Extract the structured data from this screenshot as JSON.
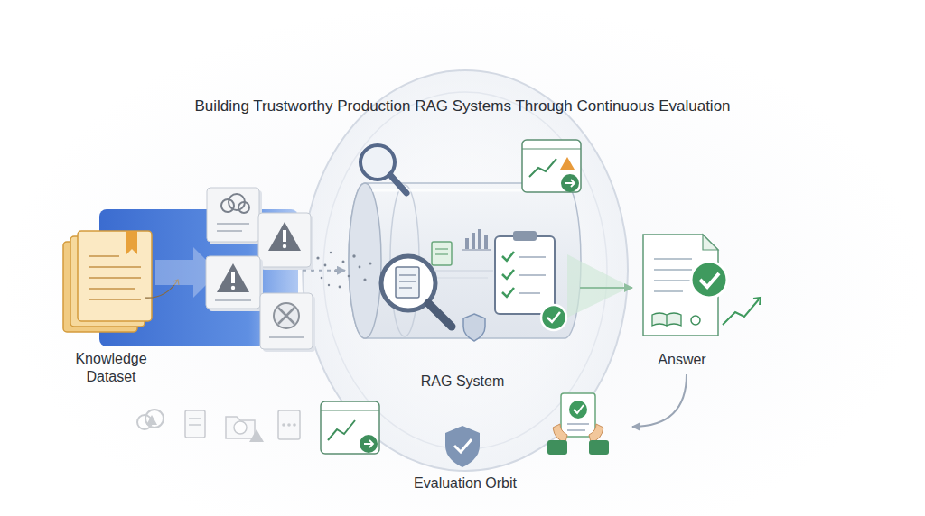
{
  "diagram": {
    "title": "Building Trustworthy Production RAG Systems Through Continuous Evaluation",
    "nodes": [
      {
        "text": [
          "Knowledge Dataset"
        ]
      },
      {
        "text": [
          "Evaluation Orbit"
        ]
      },
      {
        "text": [
          "RAG System"
        ],
        "in": 1
      },
      {
        "text": [
          "Answer"
        ]
      }
    ],
    "edges": [
      {
        "from": 0,
        "to": 2,
        "arrow": "to"
      },
      {
        "from": 2,
        "to": 3,
        "arrow": "to"
      },
      {
        "from": 3,
        "to": 1,
        "arrow": "to"
      }
    ]
  }
}
